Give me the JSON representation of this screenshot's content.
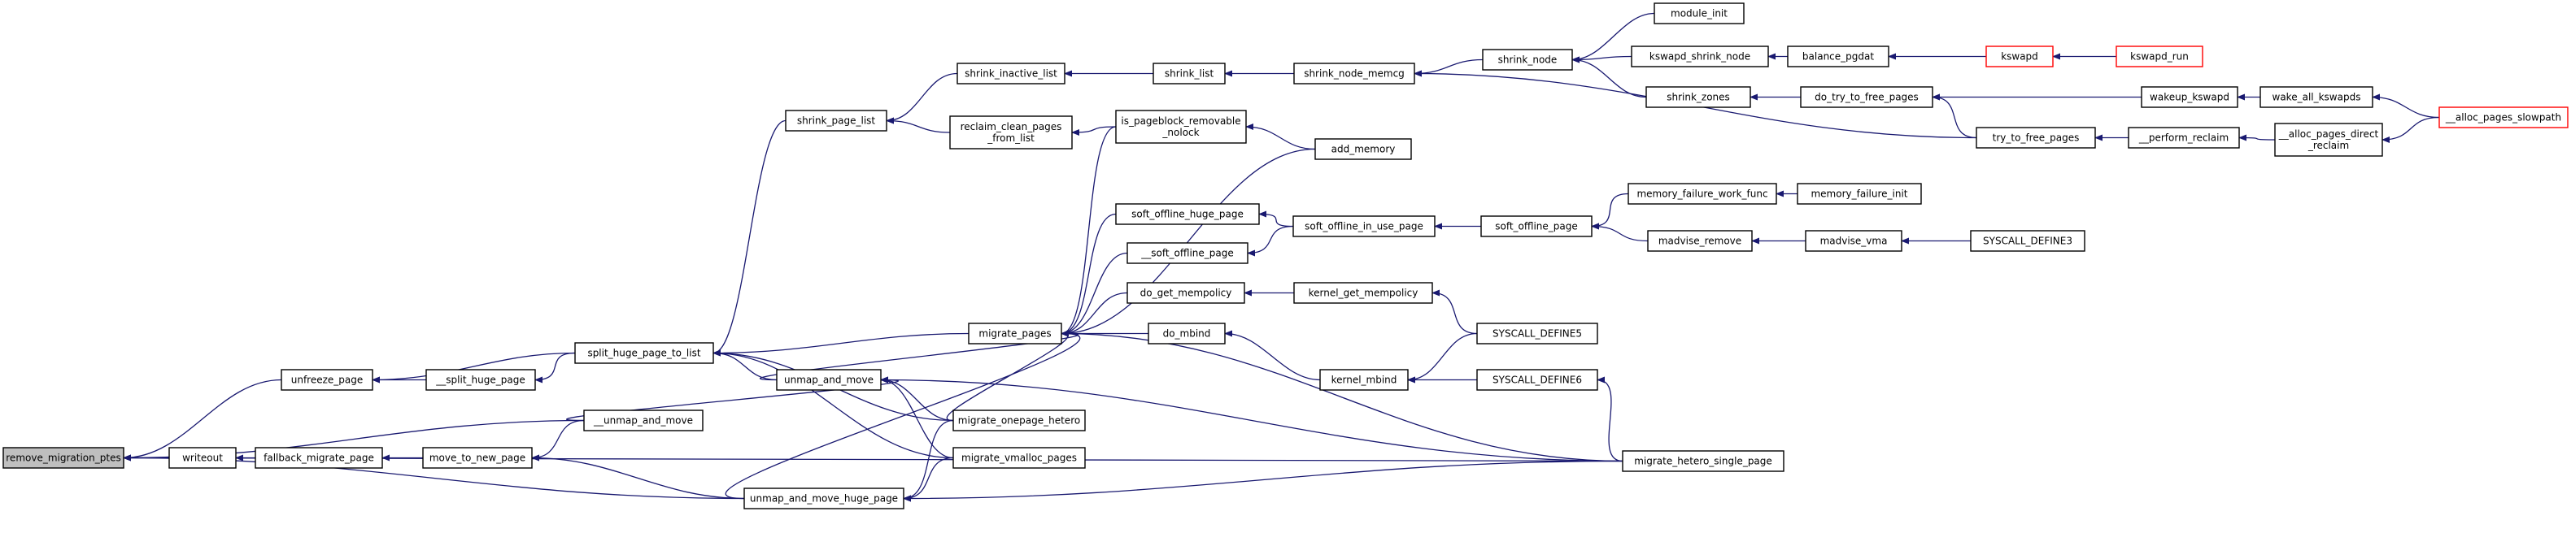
{
  "colors": {
    "edge": "#191970",
    "highlight_fill": "#bfbfbf",
    "truncated_border": "#ff0000",
    "node_border": "#000000"
  },
  "nodes": [
    {
      "id": "n0",
      "lines": [
        "remove_migration_ptes"
      ],
      "highlight": true
    },
    {
      "id": "n1",
      "lines": [
        "unfreeze_page"
      ]
    },
    {
      "id": "n2",
      "lines": [
        "__split_huge_page"
      ]
    },
    {
      "id": "n3",
      "lines": [
        "split_huge_page_to_list"
      ]
    },
    {
      "id": "n4",
      "lines": [
        "shrink_page_list"
      ]
    },
    {
      "id": "n5",
      "lines": [
        "shrink_inactive_list"
      ]
    },
    {
      "id": "n6",
      "lines": [
        "shrink_list"
      ]
    },
    {
      "id": "n7",
      "lines": [
        "shrink_node_memcg"
      ]
    },
    {
      "id": "n8",
      "lines": [
        "shrink_node"
      ]
    },
    {
      "id": "n9",
      "lines": [
        "module_init"
      ]
    },
    {
      "id": "n10",
      "lines": [
        "kswapd_shrink_node"
      ]
    },
    {
      "id": "n11",
      "lines": [
        "balance_pgdat"
      ]
    },
    {
      "id": "n12",
      "lines": [
        "kswapd"
      ],
      "truncated": true
    },
    {
      "id": "n13",
      "lines": [
        "kswapd_run"
      ],
      "truncated": true
    },
    {
      "id": "n14",
      "lines": [
        "shrink_zones"
      ]
    },
    {
      "id": "n15",
      "lines": [
        "do_try_to_free_pages"
      ]
    },
    {
      "id": "n16",
      "lines": [
        "wakeup_kswapd"
      ]
    },
    {
      "id": "n17",
      "lines": [
        "wake_all_kswapds"
      ]
    },
    {
      "id": "n18",
      "lines": [
        "__alloc_pages_slowpath"
      ],
      "truncated": true
    },
    {
      "id": "n19",
      "lines": [
        "try_to_free_pages"
      ]
    },
    {
      "id": "n20",
      "lines": [
        "__perform_reclaim"
      ]
    },
    {
      "id": "n21",
      "lines": [
        "__alloc_pages_direct",
        "_reclaim"
      ]
    },
    {
      "id": "n22",
      "lines": [
        "reclaim_clean_pages",
        "_from_list"
      ]
    },
    {
      "id": "n23",
      "lines": [
        "is_pageblock_removable",
        "_nolock"
      ]
    },
    {
      "id": "n24",
      "lines": [
        "add_memory"
      ]
    },
    {
      "id": "n25",
      "lines": [
        "migrate_pages"
      ]
    },
    {
      "id": "n26",
      "lines": [
        "soft_offline_huge_page"
      ]
    },
    {
      "id": "n27",
      "lines": [
        "soft_offline_in_use_page"
      ]
    },
    {
      "id": "n28",
      "lines": [
        "soft_offline_page"
      ]
    },
    {
      "id": "n29",
      "lines": [
        "memory_failure_work_func"
      ]
    },
    {
      "id": "n30",
      "lines": [
        "memory_failure_init"
      ]
    },
    {
      "id": "n31",
      "lines": [
        "madvise_remove"
      ]
    },
    {
      "id": "n32",
      "lines": [
        "madvise_vma"
      ]
    },
    {
      "id": "n33",
      "lines": [
        "SYSCALL_DEFINE3"
      ]
    },
    {
      "id": "n34",
      "lines": [
        "__soft_offline_page"
      ]
    },
    {
      "id": "n35",
      "lines": [
        "do_get_mempolicy"
      ]
    },
    {
      "id": "n36",
      "lines": [
        "kernel_get_mempolicy"
      ]
    },
    {
      "id": "n37",
      "lines": [
        "SYSCALL_DEFINE5"
      ]
    },
    {
      "id": "n38",
      "lines": [
        "do_mbind"
      ]
    },
    {
      "id": "n39",
      "lines": [
        "kernel_mbind"
      ]
    },
    {
      "id": "n40",
      "lines": [
        "SYSCALL_DEFINE6"
      ]
    },
    {
      "id": "n41",
      "lines": [
        "migrate_hetero_single_page"
      ]
    },
    {
      "id": "n42",
      "lines": [
        "unmap_and_move"
      ]
    },
    {
      "id": "n43",
      "lines": [
        "migrate_onepage_hetero"
      ]
    },
    {
      "id": "n44",
      "lines": [
        "migrate_vmalloc_pages"
      ]
    },
    {
      "id": "n45",
      "lines": [
        "__unmap_and_move"
      ]
    },
    {
      "id": "n46",
      "lines": [
        "writeout"
      ]
    },
    {
      "id": "n47",
      "lines": [
        "fallback_migrate_page"
      ]
    },
    {
      "id": "n48",
      "lines": [
        "move_to_new_page"
      ]
    },
    {
      "id": "n49",
      "lines": [
        "unmap_and_move_huge_page"
      ]
    }
  ],
  "edges": [
    [
      "n1",
      "n0"
    ],
    [
      "n45",
      "n0"
    ],
    [
      "n46",
      "n0"
    ],
    [
      "n49",
      "n0"
    ],
    [
      "n41",
      "n0"
    ],
    [
      "n2",
      "n1"
    ],
    [
      "n3",
      "n1"
    ],
    [
      "n3",
      "n2"
    ],
    [
      "n4",
      "n3"
    ],
    [
      "n25",
      "n3"
    ],
    [
      "n42",
      "n3"
    ],
    [
      "n43",
      "n3"
    ],
    [
      "n44",
      "n3"
    ],
    [
      "n5",
      "n4"
    ],
    [
      "n22",
      "n4"
    ],
    [
      "n6",
      "n5"
    ],
    [
      "n7",
      "n6"
    ],
    [
      "n8",
      "n7"
    ],
    [
      "n19",
      "n7"
    ],
    [
      "n9",
      "n8"
    ],
    [
      "n10",
      "n8"
    ],
    [
      "n14",
      "n8"
    ],
    [
      "n11",
      "n10"
    ],
    [
      "n12",
      "n11"
    ],
    [
      "n13",
      "n12"
    ],
    [
      "n15",
      "n14"
    ],
    [
      "n16",
      "n15"
    ],
    [
      "n19",
      "n15"
    ],
    [
      "n17",
      "n16"
    ],
    [
      "n18",
      "n17"
    ],
    [
      "n20",
      "n19"
    ],
    [
      "n21",
      "n20"
    ],
    [
      "n18",
      "n21"
    ],
    [
      "n23",
      "n22"
    ],
    [
      "n24",
      "n23"
    ],
    [
      "n24",
      "n25"
    ],
    [
      "n23",
      "n25"
    ],
    [
      "n26",
      "n25"
    ],
    [
      "n34",
      "n25"
    ],
    [
      "n35",
      "n25"
    ],
    [
      "n38",
      "n25"
    ],
    [
      "n41",
      "n25"
    ],
    [
      "n43",
      "n25"
    ],
    [
      "n42",
      "n25"
    ],
    [
      "n49",
      "n25"
    ],
    [
      "n27",
      "n26"
    ],
    [
      "n27",
      "n34"
    ],
    [
      "n28",
      "n27"
    ],
    [
      "n29",
      "n28"
    ],
    [
      "n31",
      "n28"
    ],
    [
      "n30",
      "n29"
    ],
    [
      "n32",
      "n31"
    ],
    [
      "n33",
      "n32"
    ],
    [
      "n36",
      "n35"
    ],
    [
      "n37",
      "n36"
    ],
    [
      "n39",
      "n38"
    ],
    [
      "n37",
      "n39"
    ],
    [
      "n40",
      "n39"
    ],
    [
      "n41",
      "n40"
    ],
    [
      "n43",
      "n42"
    ],
    [
      "n44",
      "n42"
    ],
    [
      "n41",
      "n42"
    ],
    [
      "n45",
      "n42"
    ],
    [
      "n47",
      "n46"
    ],
    [
      "n48",
      "n47"
    ],
    [
      "n45",
      "n48"
    ],
    [
      "n49",
      "n48"
    ],
    [
      "n41",
      "n49"
    ],
    [
      "n43",
      "n49"
    ],
    [
      "n44",
      "n49"
    ]
  ]
}
